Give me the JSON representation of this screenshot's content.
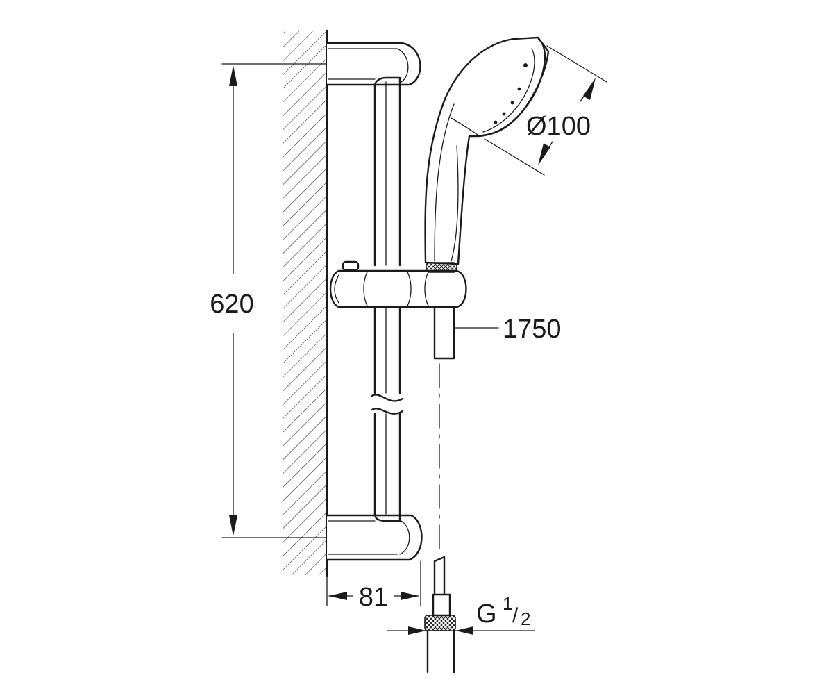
{
  "dimensions": {
    "height": "620",
    "depth": "81",
    "hose_length": "1750",
    "head_diameter": "Ø100",
    "thread": {
      "letter": "G",
      "numerator": "1",
      "slash": "/",
      "denominator": "2"
    }
  },
  "colors": {
    "line": "#1a1a1a",
    "background": "#ffffff"
  }
}
